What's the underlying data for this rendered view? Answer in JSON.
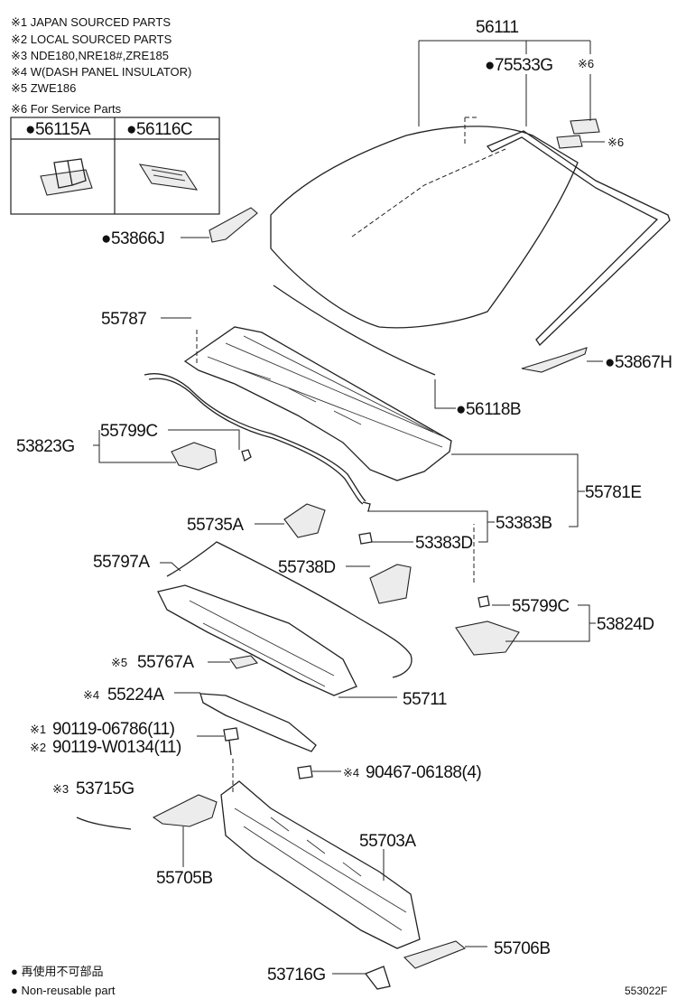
{
  "notes": [
    "※1 JAPAN SOURCED PARTS",
    "※2 LOCAL SOURCED PARTS",
    "※3 NDE180,NRE18#,ZRE185",
    "※4 W(DASH PANEL INSULATOR)",
    "※5 ZWE186",
    "※6 For Service Parts"
  ],
  "service_box": {
    "left": "●56115A",
    "right": "●56116C"
  },
  "labels": {
    "p56111": "56111",
    "p75533G": "●75533G",
    "n6a": "※6",
    "n6b": "※6",
    "p53866J": "●53866J",
    "p55787": "55787",
    "p53867H": "●53867H",
    "p56118B": "●56118B",
    "p55799C_a": "55799C",
    "p53823G": "53823G",
    "p55781E": "55781E",
    "p55735A": "55735A",
    "p53383B": "53383B",
    "p53383D": "53383D",
    "p55797A": "55797A",
    "p55738D": "55738D",
    "p55799C_b": "55799C",
    "p53824D": "53824D",
    "n5": "※5",
    "p55767A": "55767A",
    "n4a": "※4",
    "p55224A": "55224A",
    "p55711": "55711",
    "n1": "※1",
    "p90119_1": "90119-06786(11)",
    "n2": "※2",
    "p90119_2": "90119-W0134(11)",
    "n4b": "※4",
    "p90467": "90467-06188(4)",
    "n3": "※3",
    "p53715G": "53715G",
    "p55703A": "55703A",
    "p55705B": "55705B",
    "p55706B": "55706B",
    "p53716G": "53716G"
  },
  "legend": {
    "jp": "● 再使用不可部品",
    "en": "● Non-reusable part"
  },
  "diagram_id": "553022F"
}
